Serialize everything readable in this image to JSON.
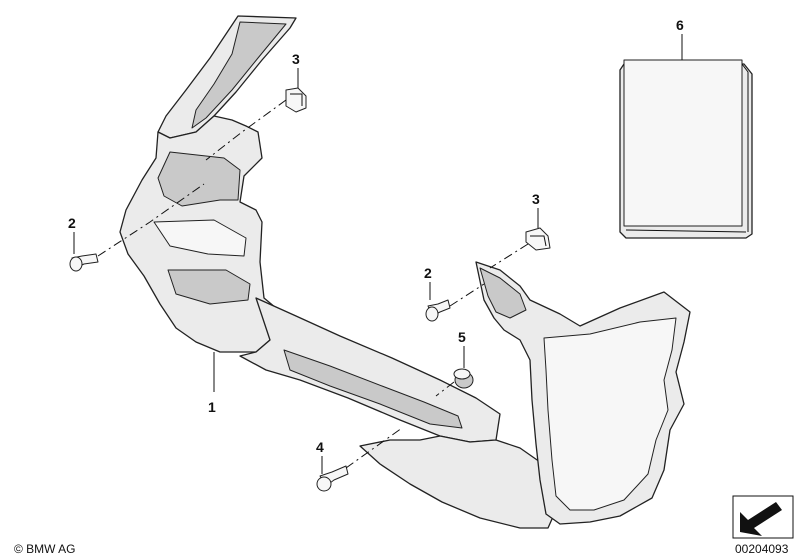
{
  "callouts": [
    {
      "id": "1",
      "label": "1"
    },
    {
      "id": "2a",
      "label": "2"
    },
    {
      "id": "2b",
      "label": "2"
    },
    {
      "id": "3a",
      "label": "3"
    },
    {
      "id": "3b",
      "label": "3"
    },
    {
      "id": "4",
      "label": "4"
    },
    {
      "id": "5",
      "label": "5"
    },
    {
      "id": "6",
      "label": "6"
    }
  ],
  "footer": {
    "copyright": "© BMW AG",
    "diagram_number": "00204093"
  },
  "icons": {
    "view_direction": "arrow-view-icon"
  }
}
